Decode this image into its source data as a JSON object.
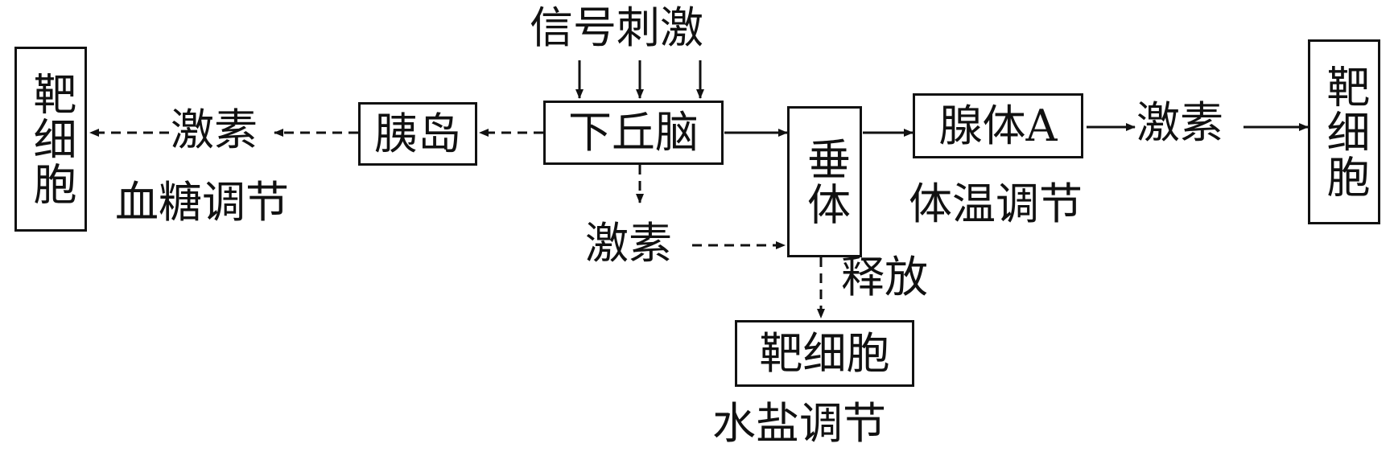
{
  "diagram": {
    "nodes": {
      "target_left": "靶细胞",
      "pancreas": "胰岛",
      "hypothalamus": "下丘脑",
      "pituitary": "垂体",
      "gland_a": "腺体A",
      "target_right": "靶细胞",
      "target_bottom": "靶细胞"
    },
    "labels": {
      "signal": "信号刺激",
      "hormone_left": "激素",
      "blood_sugar": "血糖调节",
      "hormone_mid": "激素",
      "release": "释放",
      "temperature": "体温调节",
      "hormone_right": "激素",
      "water_salt": "水盐调节"
    }
  }
}
